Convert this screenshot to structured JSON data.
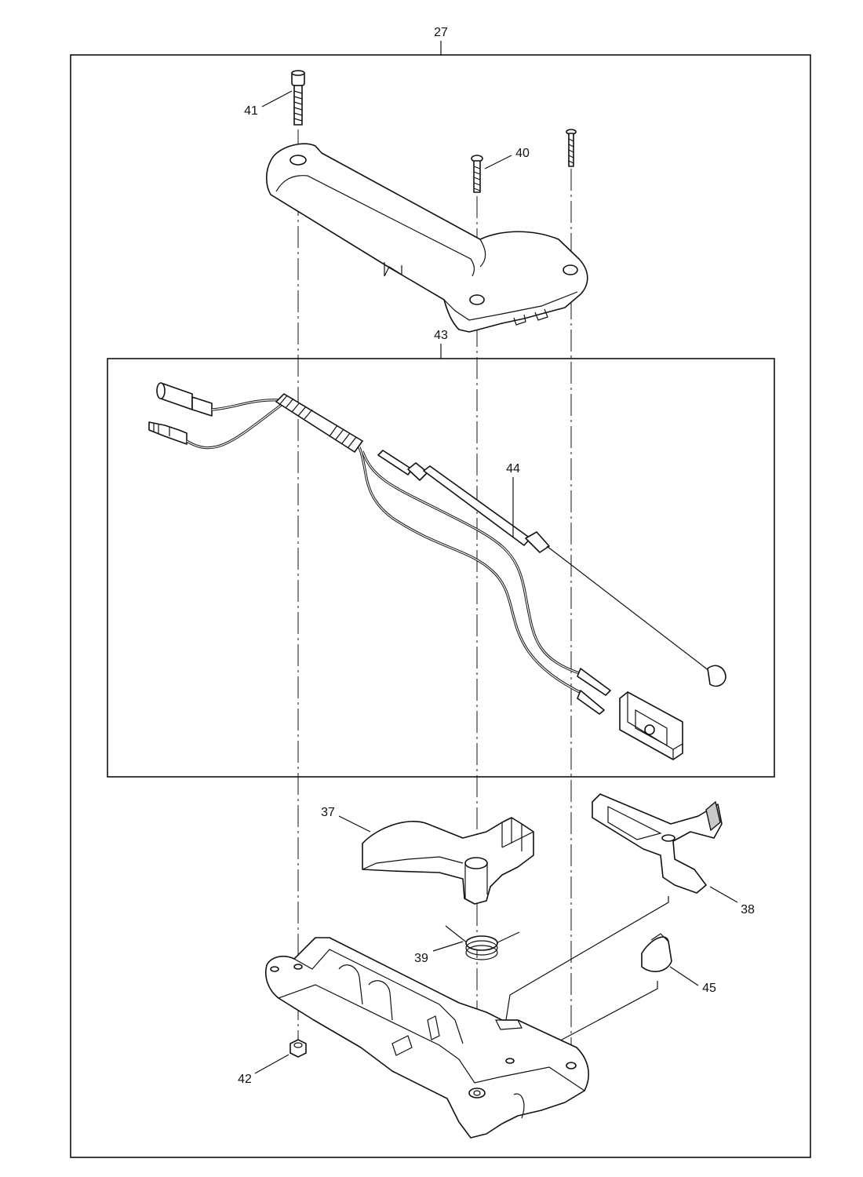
{
  "labels": {
    "assembly": "27",
    "kit": "43",
    "p37": "37",
    "p38": "38",
    "p39": "39",
    "p40": "40",
    "p41": "41",
    "p42": "42",
    "p44": "44",
    "p45": "45"
  }
}
